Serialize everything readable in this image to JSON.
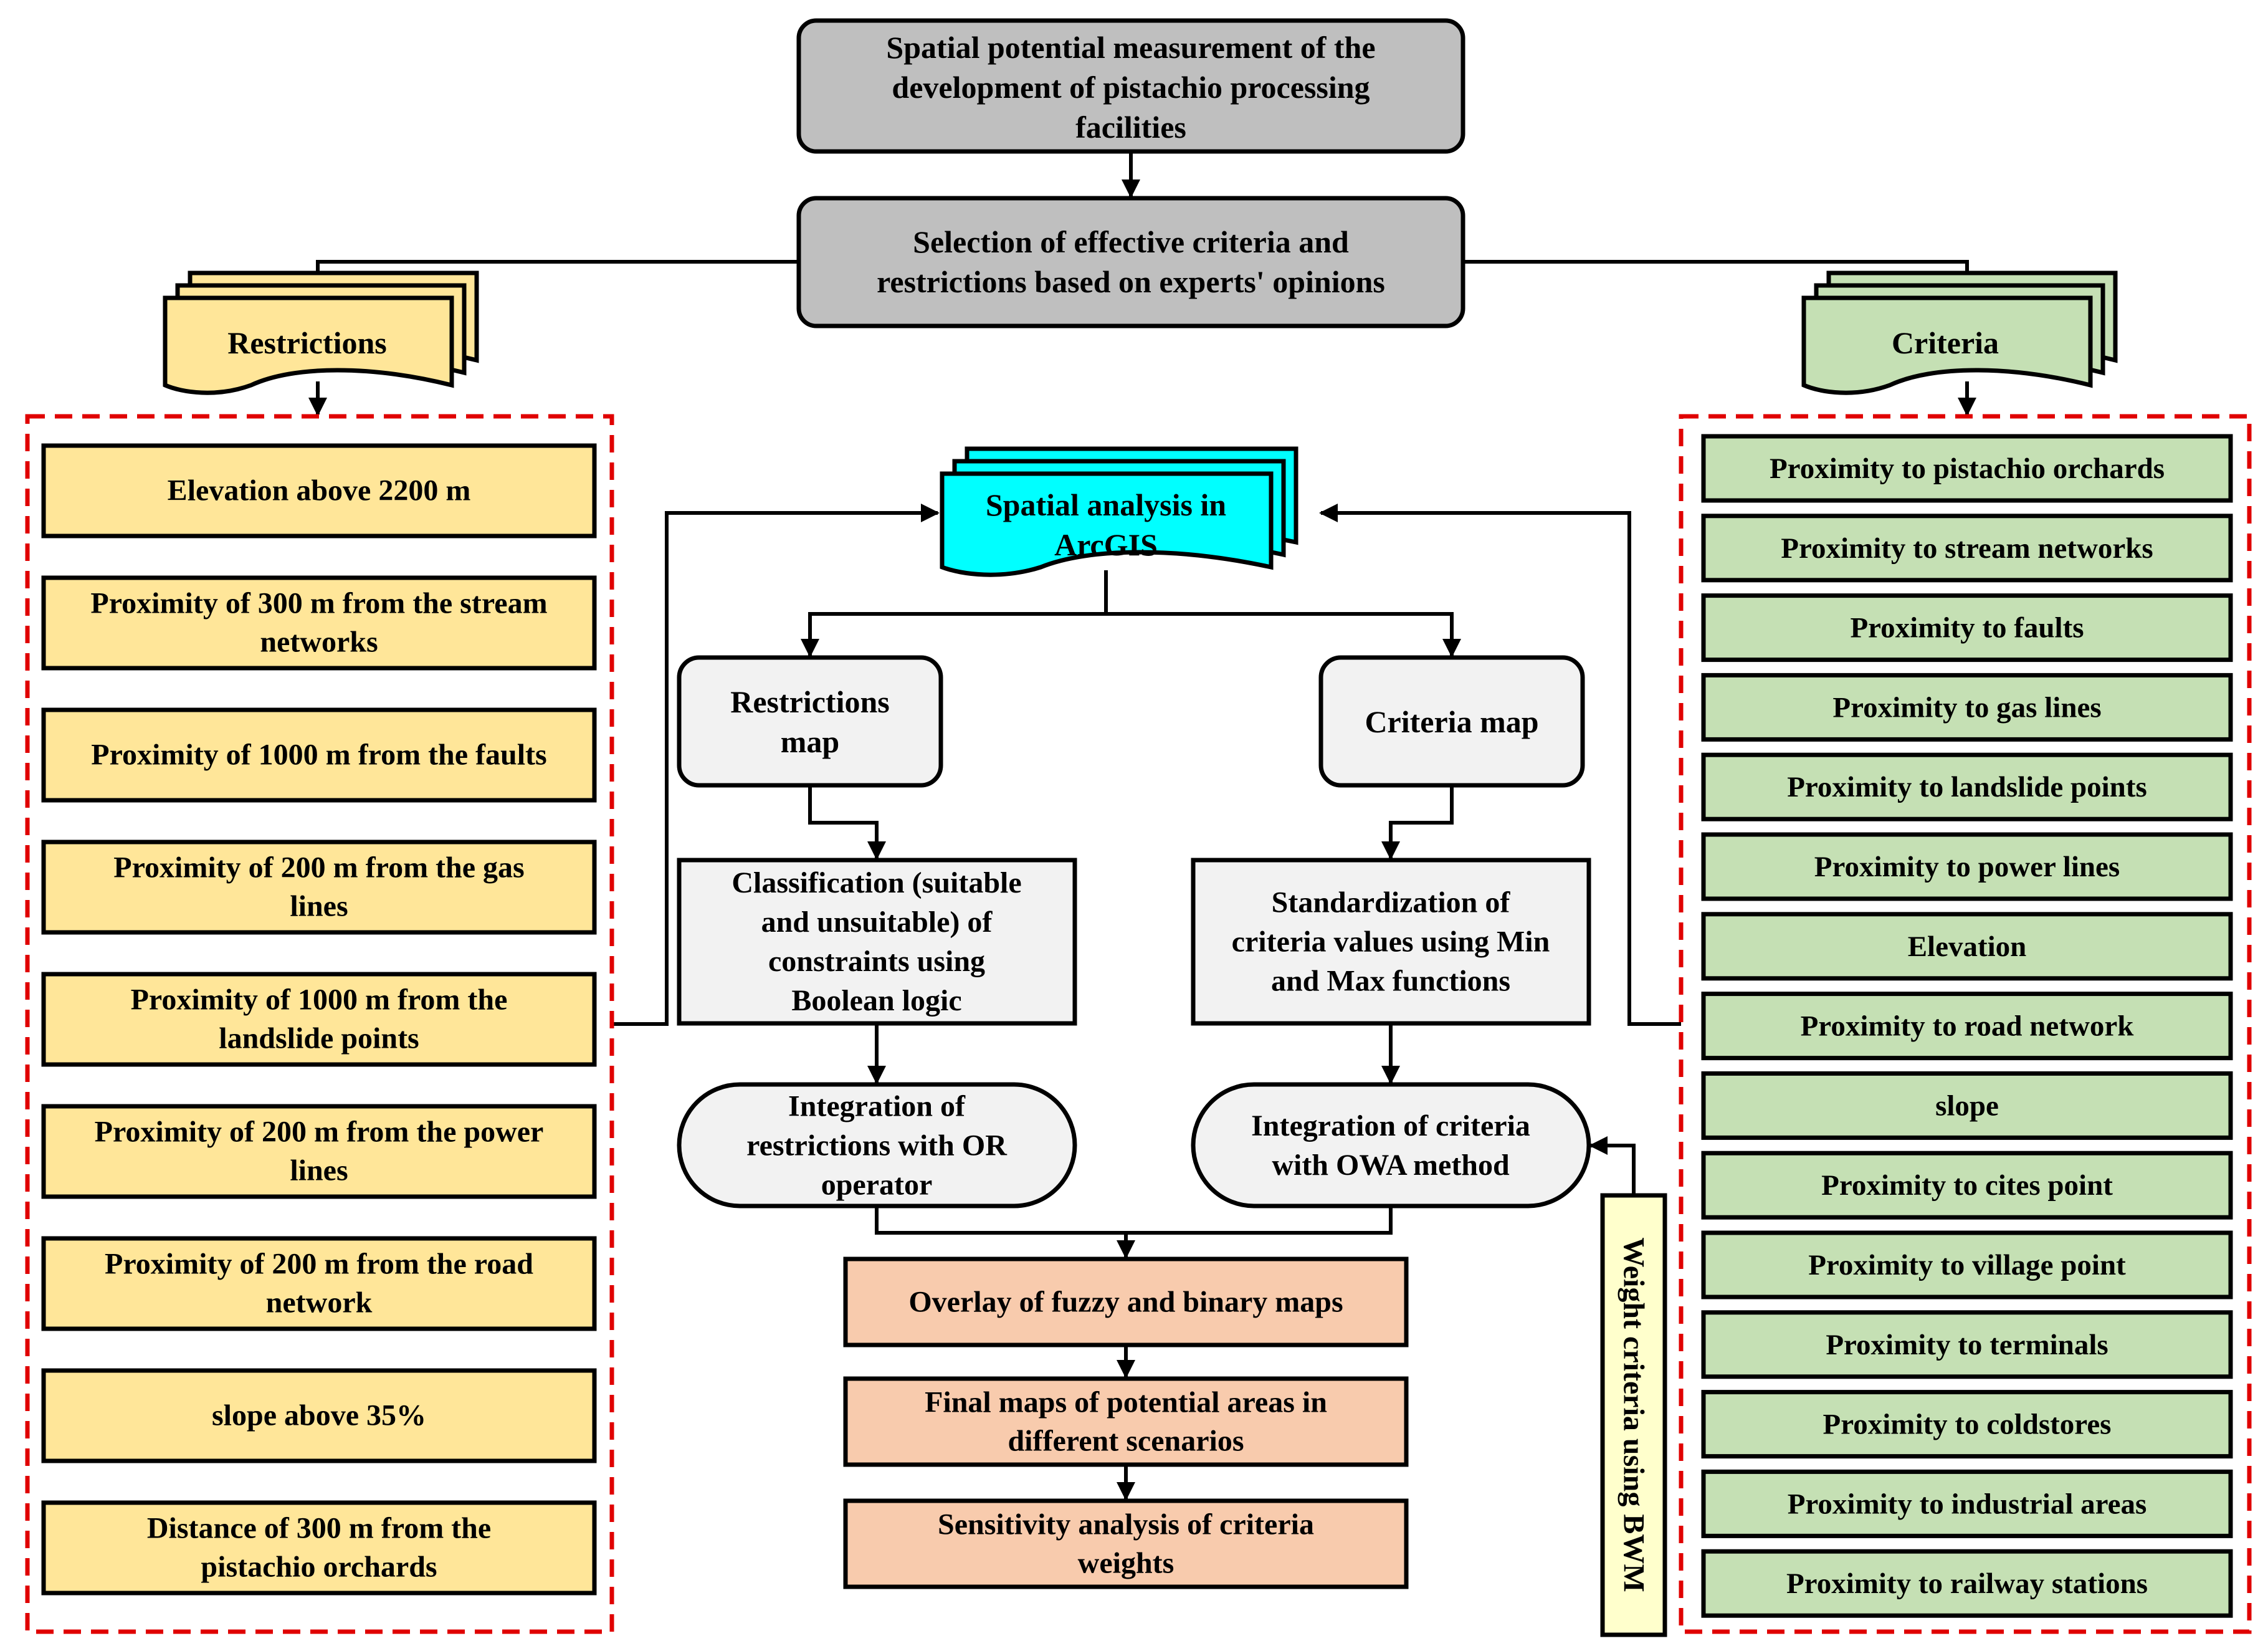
{
  "top": {
    "title_lines": [
      "Spatial potential measurement of the",
      "development of pistachio processing",
      "facilities"
    ],
    "selection_lines": [
      "Selection of effective criteria and",
      "restrictions based on experts' opinions"
    ]
  },
  "restrictions": {
    "title": "Restrictions",
    "items": [
      [
        "Elevation above 2200 m"
      ],
      [
        "Proximity of 300 m from the stream",
        "networks"
      ],
      [
        "Proximity of 1000 m from the faults"
      ],
      [
        "Proximity of 200 m from the gas",
        "lines"
      ],
      [
        "Proximity of 1000 m from the",
        "landslide points"
      ],
      [
        "Proximity of 200 m from the power",
        "lines"
      ],
      [
        "Proximity of 200 m from the road",
        "network"
      ],
      [
        "slope above 35%"
      ],
      [
        "Distance of 300 m from the",
        "pistachio orchards"
      ]
    ]
  },
  "criteria": {
    "title": "Criteria",
    "items": [
      "Proximity to pistachio orchards",
      "Proximity to stream networks",
      "Proximity to faults",
      "Proximity to gas lines",
      "Proximity to landslide points",
      "Proximity to power lines",
      "Elevation",
      "Proximity to road network",
      "slope",
      "Proximity to cites point",
      "Proximity to village point",
      "Proximity to terminals",
      "Proximity to coldstores",
      "Proximity to industrial areas",
      "Proximity to railway stations"
    ]
  },
  "center": {
    "arcgis_lines": [
      "Spatial analysis in",
      "ArcGIS"
    ],
    "restrictions_map_lines": [
      "Restrictions",
      "map"
    ],
    "criteria_map_lines": [
      "Criteria map"
    ],
    "classification_lines": [
      "Classification (suitable",
      "and unsuitable) of",
      "constraints using",
      "Boolean logic"
    ],
    "standardization_lines": [
      "Standardization of",
      "criteria values using Min",
      "and Max functions"
    ],
    "integration_restr_lines": [
      "Integration of",
      "restrictions with OR",
      "operator"
    ],
    "integration_crit_lines": [
      "Integration of criteria",
      "with OWA method"
    ],
    "weight_label": "Weight criteria using BWM",
    "overlay_lines": [
      "Overlay of fuzzy and binary maps"
    ],
    "final_lines": [
      "Final maps of potential areas in",
      "different scenarios"
    ],
    "sensitivity_lines": [
      "Sensitivity analysis of criteria",
      "weights"
    ]
  },
  "colors": {
    "restriction_fill": "#FFE699",
    "criteria_fill": "#C5E0B4",
    "header_fill": "#BFBFBF",
    "process_fill": "#F2F2F2",
    "result_fill": "#F8CBAD",
    "arcgis_fill": "#00FFFF",
    "weight_fill": "#FFFFCC",
    "dashed_border": "#E00000"
  }
}
